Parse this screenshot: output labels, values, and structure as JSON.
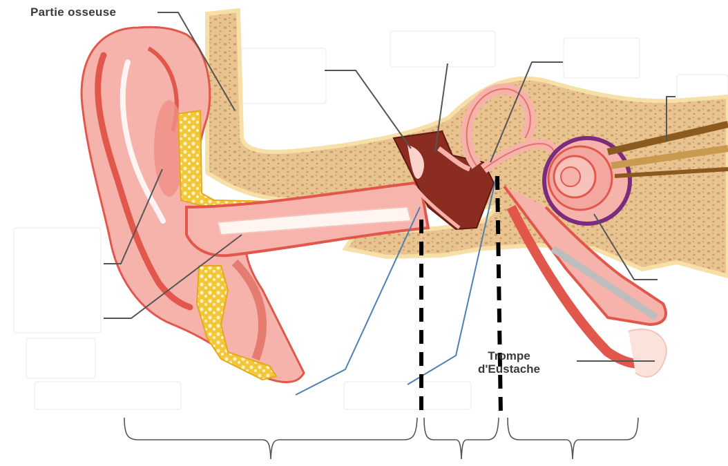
{
  "labels": {
    "bone_part": "Partie osseuse",
    "eustachian_tube_line1": "Trompe",
    "eustachian_tube_line2": "d'Eustache"
  },
  "colors": {
    "bone": "#efcd9a",
    "bone_spots": "#cfa977",
    "flesh": "#f4a9a2",
    "flesh_dark": "#e2574c",
    "middle_ear": "#8a2c1f",
    "cartilage": "#f1c232",
    "cochlea_ring": "#7c2c7c",
    "nerve": "#b9873b",
    "leader_line": "#555555",
    "blue_line": "#4f7fb0",
    "dashed_divider": "#000000"
  },
  "icons": [
    "ear-anatomy-illustration",
    "brace"
  ]
}
